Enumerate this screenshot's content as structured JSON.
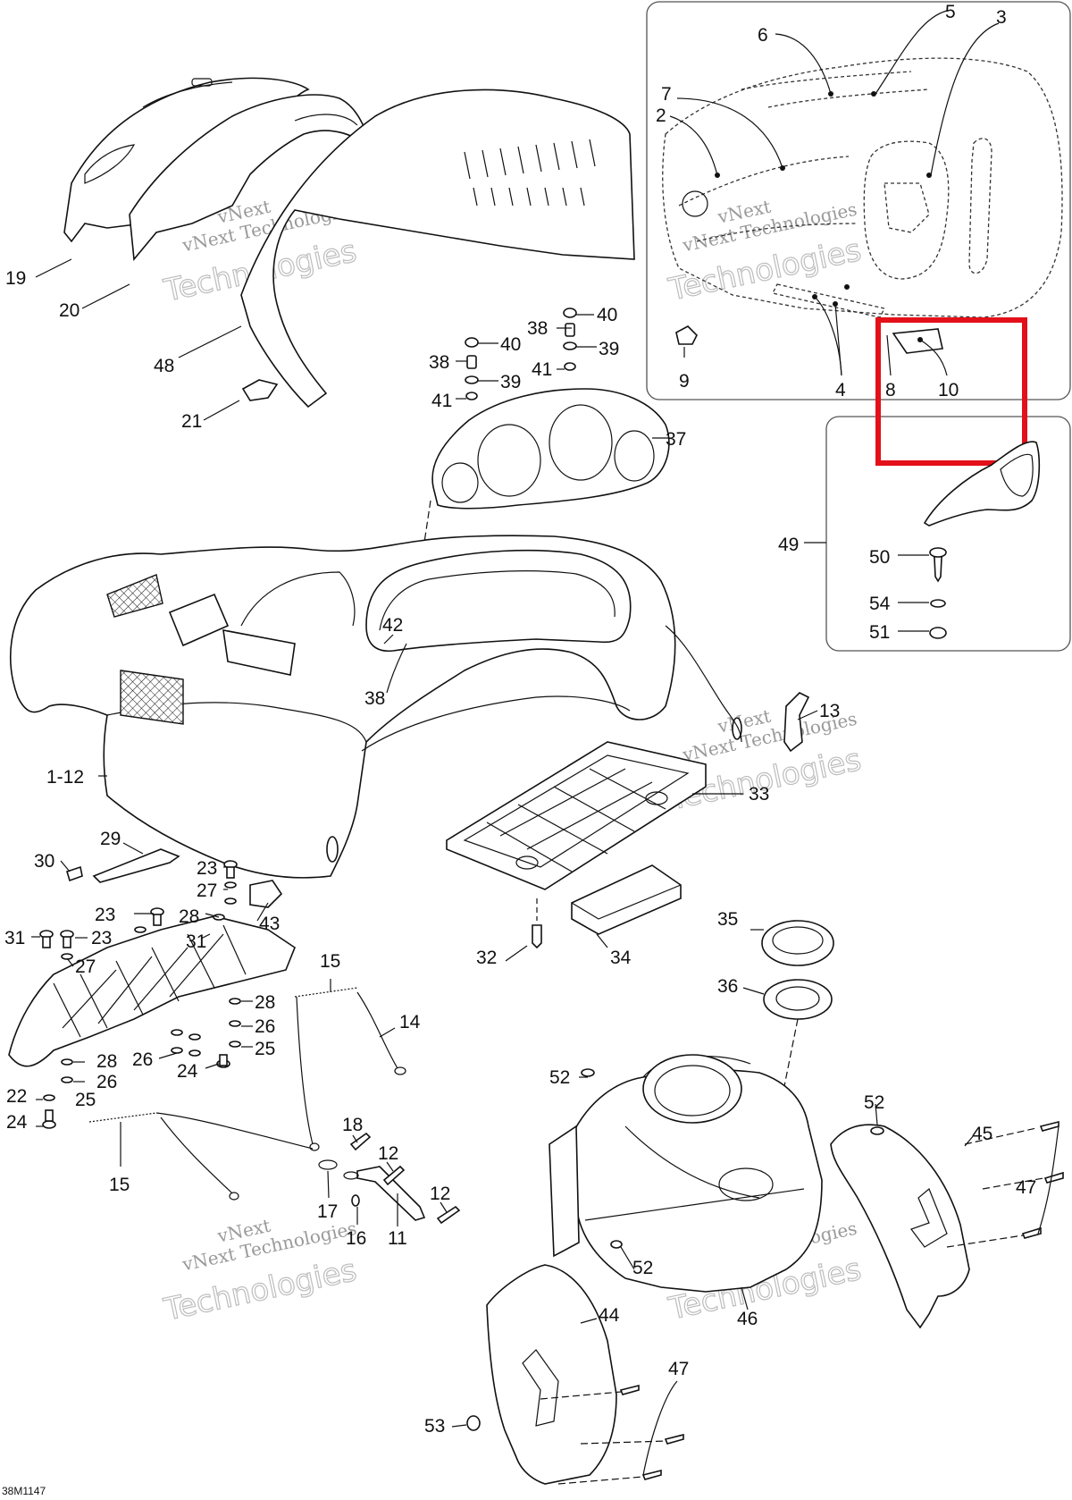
{
  "drawing_code": "38M1147",
  "watermark": {
    "line1": "vNext",
    "line2": "vNext Technologies",
    "line3": "Technologies"
  },
  "highlight_color": "#e3101a",
  "callouts": [
    {
      "id": "c19",
      "label": "19"
    },
    {
      "id": "c20",
      "label": "20"
    },
    {
      "id": "c48",
      "label": "48"
    },
    {
      "id": "c21",
      "label": "21"
    },
    {
      "id": "c40a",
      "label": "40"
    },
    {
      "id": "c38a",
      "label": "38"
    },
    {
      "id": "c39a",
      "label": "39"
    },
    {
      "id": "c41a",
      "label": "41"
    },
    {
      "id": "c40b",
      "label": "40"
    },
    {
      "id": "c38b",
      "label": "38"
    },
    {
      "id": "c39b",
      "label": "39"
    },
    {
      "id": "c41b",
      "label": "41"
    },
    {
      "id": "c37",
      "label": "37"
    },
    {
      "id": "c5",
      "label": "5"
    },
    {
      "id": "c3",
      "label": "3"
    },
    {
      "id": "c6",
      "label": "6"
    },
    {
      "id": "c7",
      "label": "7"
    },
    {
      "id": "c2",
      "label": "2"
    },
    {
      "id": "c9",
      "label": "9"
    },
    {
      "id": "c4",
      "label": "4"
    },
    {
      "id": "c8",
      "label": "8"
    },
    {
      "id": "c10",
      "label": "10"
    },
    {
      "id": "c49",
      "label": "49"
    },
    {
      "id": "c50",
      "label": "50"
    },
    {
      "id": "c54",
      "label": "54"
    },
    {
      "id": "c51",
      "label": "51"
    },
    {
      "id": "c42",
      "label": "42"
    },
    {
      "id": "c38c",
      "label": "38"
    },
    {
      "id": "c13",
      "label": "13"
    },
    {
      "id": "c1-12",
      "label": "1-12"
    },
    {
      "id": "c33",
      "label": "33"
    },
    {
      "id": "c29",
      "label": "29"
    },
    {
      "id": "c30",
      "label": "30"
    },
    {
      "id": "c23a",
      "label": "23"
    },
    {
      "id": "c27a",
      "label": "27"
    },
    {
      "id": "c43",
      "label": "43"
    },
    {
      "id": "c23b",
      "label": "23"
    },
    {
      "id": "c28a",
      "label": "28"
    },
    {
      "id": "c31a",
      "label": "31"
    },
    {
      "id": "c23c",
      "label": "23"
    },
    {
      "id": "c31b",
      "label": "31"
    },
    {
      "id": "c27b",
      "label": "27"
    },
    {
      "id": "c32",
      "label": "32"
    },
    {
      "id": "c34",
      "label": "34"
    },
    {
      "id": "c35",
      "label": "35"
    },
    {
      "id": "c36",
      "label": "36"
    },
    {
      "id": "c15a",
      "label": "15"
    },
    {
      "id": "c14",
      "label": "14"
    },
    {
      "id": "c28b",
      "label": "28"
    },
    {
      "id": "c26a",
      "label": "26"
    },
    {
      "id": "c25a",
      "label": "25"
    },
    {
      "id": "c26b",
      "label": "26"
    },
    {
      "id": "c24a",
      "label": "24"
    },
    {
      "id": "c28c",
      "label": "28"
    },
    {
      "id": "c26c",
      "label": "26"
    },
    {
      "id": "c22",
      "label": "22"
    },
    {
      "id": "c25b",
      "label": "25"
    },
    {
      "id": "c24b",
      "label": "24"
    },
    {
      "id": "c15b",
      "label": "15"
    },
    {
      "id": "c18",
      "label": "18"
    },
    {
      "id": "c12a",
      "label": "12"
    },
    {
      "id": "c12b",
      "label": "12"
    },
    {
      "id": "c17",
      "label": "17"
    },
    {
      "id": "c16",
      "label": "16"
    },
    {
      "id": "c11",
      "label": "11"
    },
    {
      "id": "c52a",
      "label": "52"
    },
    {
      "id": "c52b",
      "label": "52"
    },
    {
      "id": "c45",
      "label": "45"
    },
    {
      "id": "c47a",
      "label": "47"
    },
    {
      "id": "c52c",
      "label": "52"
    },
    {
      "id": "c46",
      "label": "46"
    },
    {
      "id": "c44",
      "label": "44"
    },
    {
      "id": "c47b",
      "label": "47"
    },
    {
      "id": "c53",
      "label": "53"
    }
  ]
}
